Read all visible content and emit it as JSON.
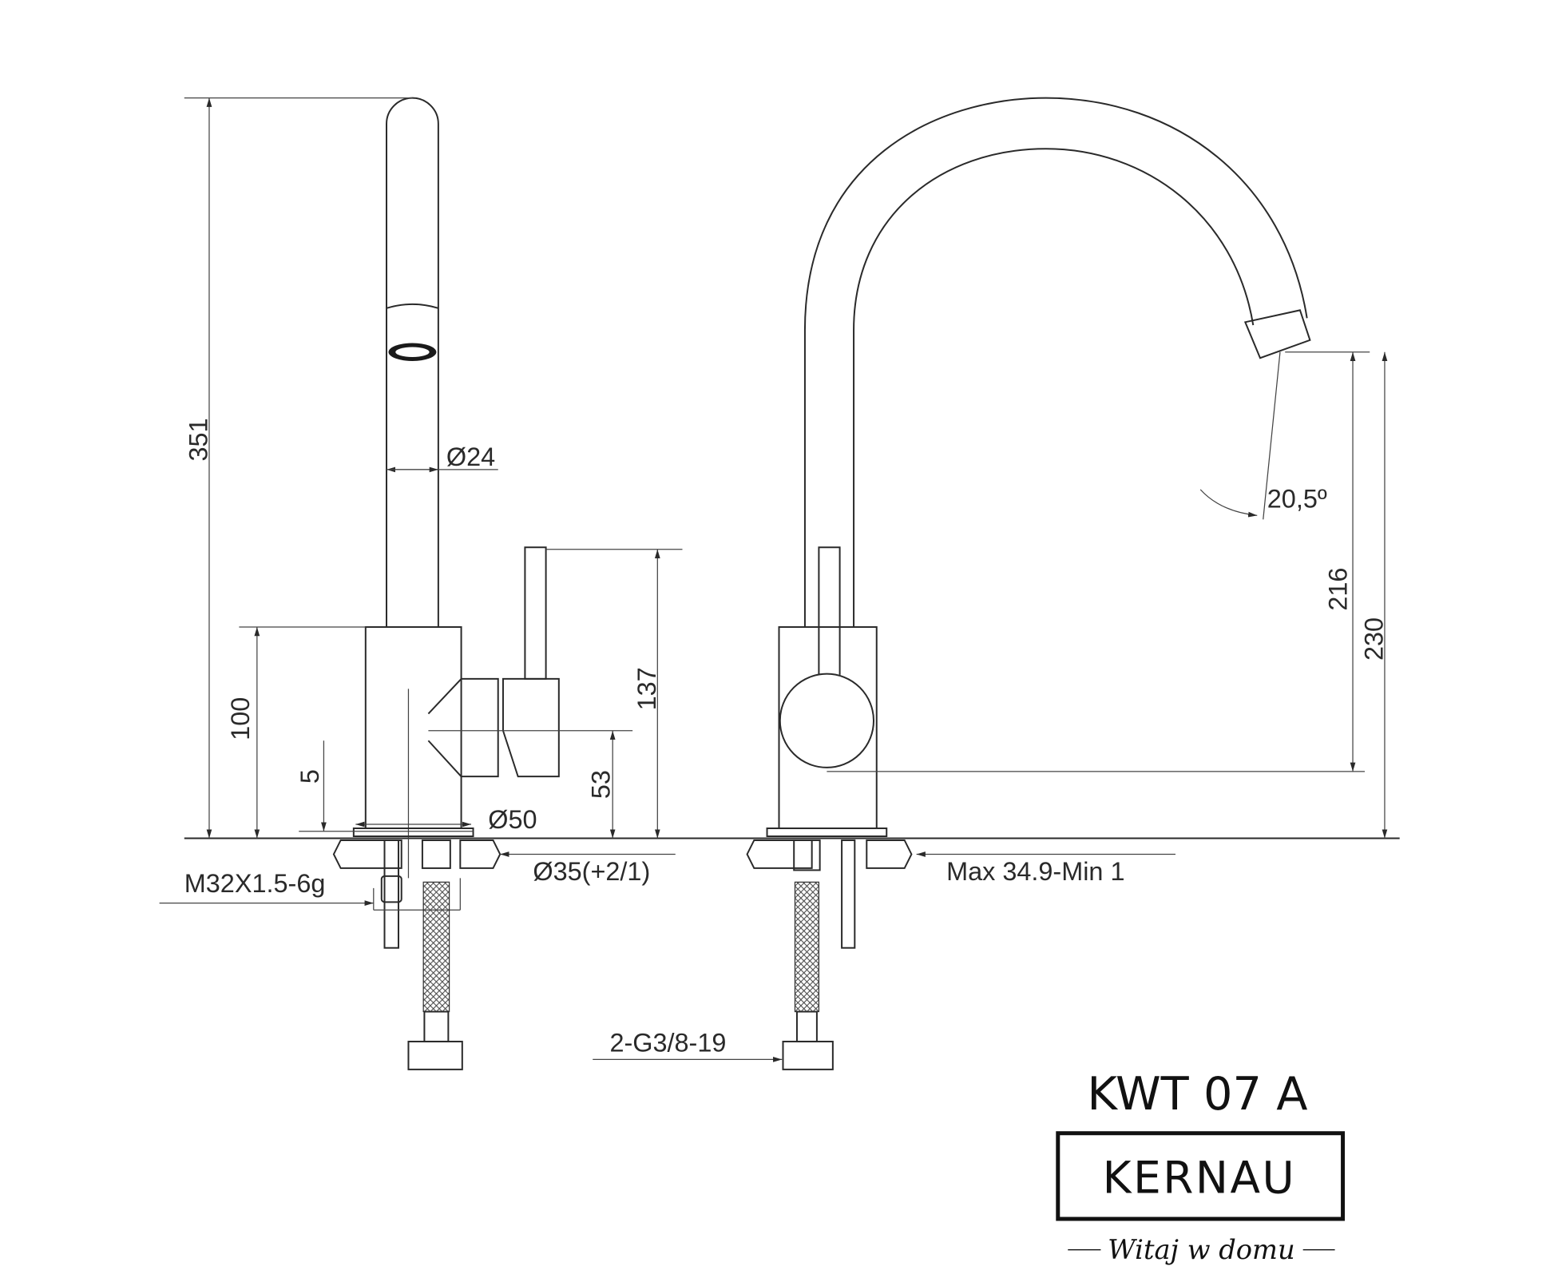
{
  "dimensions": {
    "total_height": "351",
    "spout_diameter": "Ø24",
    "body_height": "100",
    "base_thickness": "5",
    "handle_height": "137",
    "handle_axis_height": "53",
    "base_diameter": "Ø50",
    "hole_diameter": "Ø35(+2/1)",
    "thread": "M32X1.5-6g",
    "connection": "2-G3/8-19",
    "spout_outlet_height": "216",
    "outlet_height": "230",
    "angle": "20,5º",
    "counter_thickness": "Max 34.9-Min 1"
  },
  "branding": {
    "model": "KWT 07 A",
    "brand": "KERNAU",
    "tagline": "Witaj w domu"
  }
}
